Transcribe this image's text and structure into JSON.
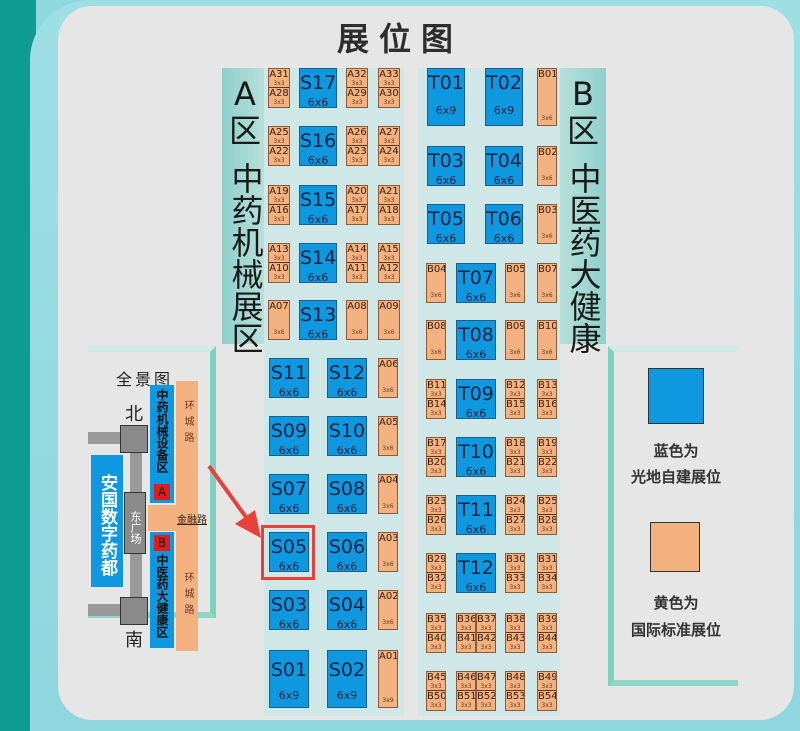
{
  "title": "展位图",
  "zones": {
    "a": {
      "letter": "A",
      "qu": "区",
      "name": "中药机械展区"
    },
    "b": {
      "letter": "B",
      "qu": "区",
      "name": "中医药大健康"
    }
  },
  "legend": {
    "blue": {
      "color": "#0e98e0",
      "line1": "蓝色为",
      "line2": "光地自建展位"
    },
    "orange": {
      "color": "#f2b17e",
      "line1": "黄色为",
      "line2": "国际标准展位"
    }
  },
  "overview": {
    "title": "全景图",
    "north": "北",
    "south": "南",
    "anguo": "安国数字药都",
    "east_square": "东广场",
    "zone_a_name": "中药机械设备区",
    "zone_a_badge": "A",
    "zone_b_name": "中医药大健康区",
    "zone_b_badge": "B",
    "ring_road_top": "环城路",
    "ring_road_bottom": "环城路",
    "jinrong_road": "金融路"
  },
  "highlighted_booth": "S05",
  "booths": {
    "S17": {
      "code": "S17",
      "size": "6x6"
    },
    "S16": {
      "code": "S16",
      "size": "6x6"
    },
    "S15": {
      "code": "S15",
      "size": "6x6"
    },
    "S14": {
      "code": "S14",
      "size": "6x6"
    },
    "S13": {
      "code": "S13",
      "size": "6x6"
    },
    "S12": {
      "code": "S12",
      "size": "6x6"
    },
    "S11": {
      "code": "S11",
      "size": "6x6"
    },
    "S10": {
      "code": "S10",
      "size": "6x6"
    },
    "S09": {
      "code": "S09",
      "size": "6x6"
    },
    "S08": {
      "code": "S08",
      "size": "6x6"
    },
    "S07": {
      "code": "S07",
      "size": "6x6"
    },
    "S06": {
      "code": "S06",
      "size": "6x6"
    },
    "S05": {
      "code": "S05",
      "size": "6x6"
    },
    "S04": {
      "code": "S04",
      "size": "6x6"
    },
    "S03": {
      "code": "S03",
      "size": "6x6"
    },
    "S02": {
      "code": "S02",
      "size": "6x9"
    },
    "S01": {
      "code": "S01",
      "size": "6x9"
    },
    "T01": {
      "code": "T01",
      "size": "6x9"
    },
    "T02": {
      "code": "T02",
      "size": "6x9"
    },
    "T03": {
      "code": "T03",
      "size": "6x6"
    },
    "T04": {
      "code": "T04",
      "size": "6x6"
    },
    "T05": {
      "code": "T05",
      "size": "6x6"
    },
    "T06": {
      "code": "T06",
      "size": "6x6"
    },
    "T07": {
      "code": "T07",
      "size": "6x6"
    },
    "T08": {
      "code": "T08",
      "size": "6x6"
    },
    "T09": {
      "code": "T09",
      "size": "6x6"
    },
    "T10": {
      "code": "T10",
      "size": "6x6"
    },
    "T11": {
      "code": "T11",
      "size": "6x6"
    },
    "T12": {
      "code": "T12",
      "size": "6x6"
    },
    "A01": {
      "code": "A01",
      "size": "3x9"
    },
    "A02": {
      "code": "A02",
      "size": "3x6"
    },
    "A03": {
      "code": "A03",
      "size": "3x6"
    },
    "A04": {
      "code": "A04",
      "size": "3x6"
    },
    "A05": {
      "code": "A05",
      "size": "3x6"
    },
    "A06": {
      "code": "A06",
      "size": "3x6"
    },
    "A07": {
      "code": "A07",
      "size": "3x6"
    },
    "A08": {
      "code": "A08",
      "size": "3x6"
    },
    "A09": {
      "code": "A09",
      "size": "3x6"
    },
    "A10": {
      "code": "A10",
      "size": "3x3"
    },
    "A11": {
      "code": "A11",
      "size": "3x3"
    },
    "A12": {
      "code": "A12",
      "size": "3x3"
    },
    "A13": {
      "code": "A13",
      "size": "3x3"
    },
    "A14": {
      "code": "A14",
      "size": "3x3"
    },
    "A15": {
      "code": "A15",
      "size": "3x3"
    },
    "A16": {
      "code": "A16",
      "size": "3x3"
    },
    "A17": {
      "code": "A17",
      "size": "3x3"
    },
    "A18": {
      "code": "A18",
      "size": "3x3"
    },
    "A19": {
      "code": "A19",
      "size": "3x3"
    },
    "A20": {
      "code": "A20",
      "size": "3x3"
    },
    "A21": {
      "code": "A21",
      "size": "3x3"
    },
    "A22": {
      "code": "A22",
      "size": "3x3"
    },
    "A23": {
      "code": "A23",
      "size": "3x3"
    },
    "A24": {
      "code": "A24",
      "size": "3x3"
    },
    "A25": {
      "code": "A25",
      "size": "3x3"
    },
    "A26": {
      "code": "A26",
      "size": "3x3"
    },
    "A27": {
      "code": "A27",
      "size": "3x3"
    },
    "A28": {
      "code": "A28",
      "size": "3x3"
    },
    "A29": {
      "code": "A29",
      "size": "3x3"
    },
    "A30": {
      "code": "A30",
      "size": "3x3"
    },
    "A31": {
      "code": "A31",
      "size": "3x3"
    },
    "A32": {
      "code": "A32",
      "size": "3x3"
    },
    "A33": {
      "code": "A33",
      "size": "3x3"
    },
    "B01": {
      "code": "B01",
      "size": "3x6"
    },
    "B02": {
      "code": "B02",
      "size": "3x6"
    },
    "B03": {
      "code": "B03",
      "size": "3x6"
    },
    "B04": {
      "code": "B04",
      "size": "3x6"
    },
    "B05": {
      "code": "B05",
      "size": "3x6"
    },
    "B07": {
      "code": "B07",
      "size": "3x6"
    },
    "B08": {
      "code": "B08",
      "size": "3x6"
    },
    "B09": {
      "code": "B09",
      "size": "3x6"
    },
    "B10": {
      "code": "B10",
      "size": "3x6"
    },
    "B11": {
      "code": "B11",
      "size": "3x3"
    },
    "B12": {
      "code": "B12",
      "size": "3x3"
    },
    "B13": {
      "code": "B13",
      "size": "3x3"
    },
    "B14": {
      "code": "B14",
      "size": "3x3"
    },
    "B15": {
      "code": "B15",
      "size": "3x3"
    },
    "B16": {
      "code": "B16",
      "size": "3x3"
    },
    "B17": {
      "code": "B17",
      "size": "3x3"
    },
    "B18": {
      "code": "B18",
      "size": "3x3"
    },
    "B19": {
      "code": "B19",
      "size": "3x3"
    },
    "B20": {
      "code": "B20",
      "size": "3x3"
    },
    "B21": {
      "code": "B21",
      "size": "3x3"
    },
    "B22": {
      "code": "B22",
      "size": "3x3"
    },
    "B23": {
      "code": "B23",
      "size": "3x3"
    },
    "B24": {
      "code": "B24",
      "size": "3x3"
    },
    "B25": {
      "code": "B25",
      "size": "3x3"
    },
    "B26": {
      "code": "B26",
      "size": "3x3"
    },
    "B27": {
      "code": "B27",
      "size": "3x3"
    },
    "B28": {
      "code": "B28",
      "size": "3x3"
    },
    "B29": {
      "code": "B29",
      "size": "3x3"
    },
    "B30": {
      "code": "B30",
      "size": "3x3"
    },
    "B31": {
      "code": "B31",
      "size": "3x3"
    },
    "B32": {
      "code": "B32",
      "size": "3x3"
    },
    "B33": {
      "code": "B33",
      "size": "3x3"
    },
    "B34": {
      "code": "B34",
      "size": "3x3"
    },
    "B35": {
      "code": "B35",
      "size": "3x3"
    },
    "B36": {
      "code": "B36",
      "size": "3x3"
    },
    "B37": {
      "code": "B37",
      "size": "3x3"
    },
    "B38": {
      "code": "B38",
      "size": "3x3"
    },
    "B39": {
      "code": "B39",
      "size": "3x3"
    },
    "B40": {
      "code": "B40",
      "size": "3x3"
    },
    "B41": {
      "code": "B41",
      "size": "3x3"
    },
    "B42": {
      "code": "B42",
      "size": "3x3"
    },
    "B43": {
      "code": "B43",
      "size": "3x3"
    },
    "B44": {
      "code": "B44",
      "size": "3x3"
    },
    "B45": {
      "code": "B45",
      "size": "3x3"
    },
    "B46": {
      "code": "B46",
      "size": "3x3"
    },
    "B47": {
      "code": "B47",
      "size": "3x3"
    },
    "B48": {
      "code": "B48",
      "size": "3x3"
    },
    "B49": {
      "code": "B49",
      "size": "3x3"
    },
    "B50": {
      "code": "B50",
      "size": "3x3"
    },
    "B51": {
      "code": "B51",
      "size": "3x3"
    },
    "B52": {
      "code": "B52",
      "size": "3x3"
    },
    "B53": {
      "code": "B53",
      "size": "3x3"
    },
    "B54": {
      "code": "B54",
      "size": "3x3"
    }
  }
}
